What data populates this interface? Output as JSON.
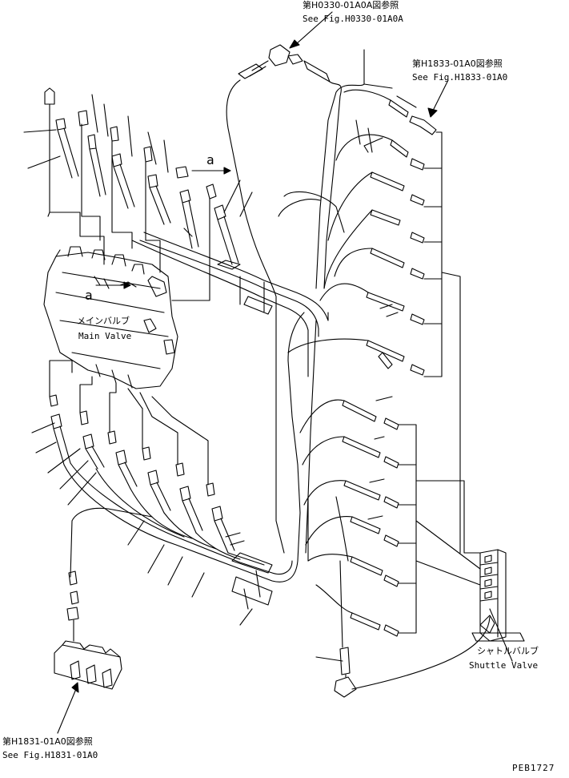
{
  "labels": {
    "ref_top_jp": "第H0330-01A0A図参照",
    "ref_top_en": "See Fig.H0330-01A0A",
    "ref_right_jp": "第H1833-01A0図参照",
    "ref_right_en": "See Fig.H1833-01A0",
    "ref_bottom_jp": "第H1831-01A0図参照",
    "ref_bottom_en": "See Fig.H1831-01A0",
    "main_valve_jp": "メインバルブ",
    "main_valve_en": "Main Valve",
    "shuttle_valve_jp": "シャトルバルブ",
    "shuttle_valve_en": "Shuttle Valve",
    "view_a_top": "a",
    "view_a_valve": "a",
    "drawing_code": "PEB1727"
  }
}
